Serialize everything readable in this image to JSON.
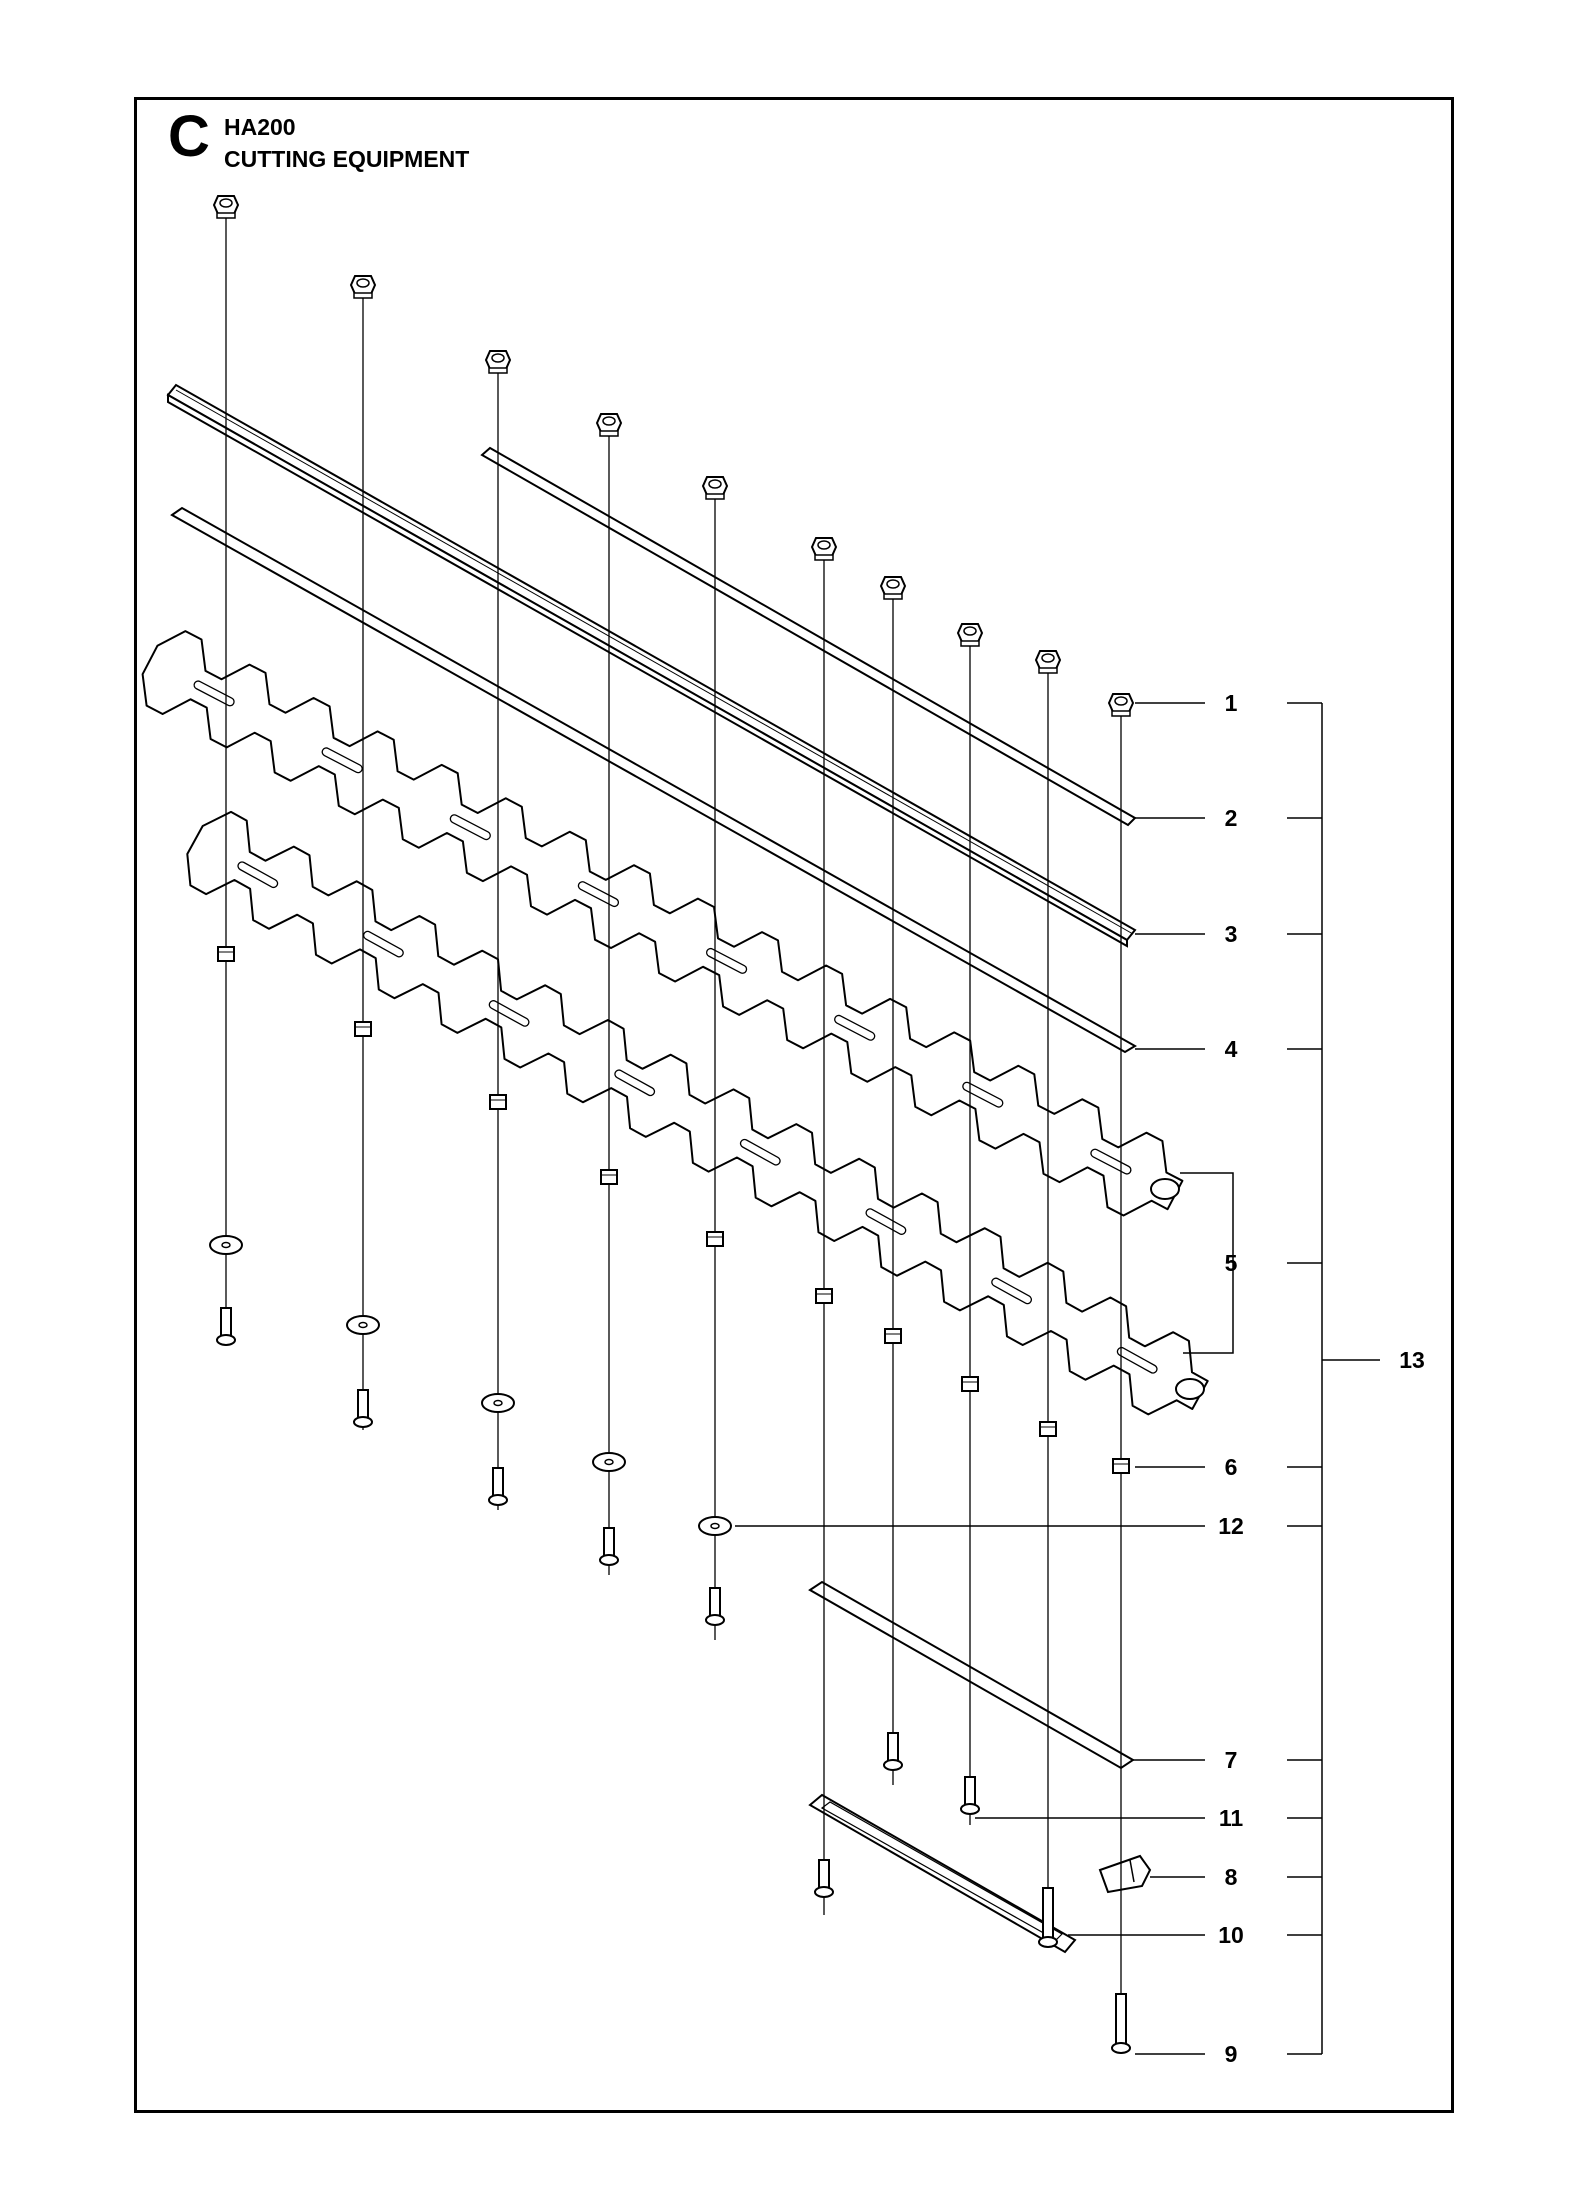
{
  "section_letter": "C",
  "model": "HA200",
  "title": "CUTTING EQUIPMENT",
  "callouts": [
    "1",
    "2",
    "3",
    "4",
    "5",
    "6",
    "12",
    "7",
    "11",
    "8",
    "10",
    "9",
    "13"
  ]
}
